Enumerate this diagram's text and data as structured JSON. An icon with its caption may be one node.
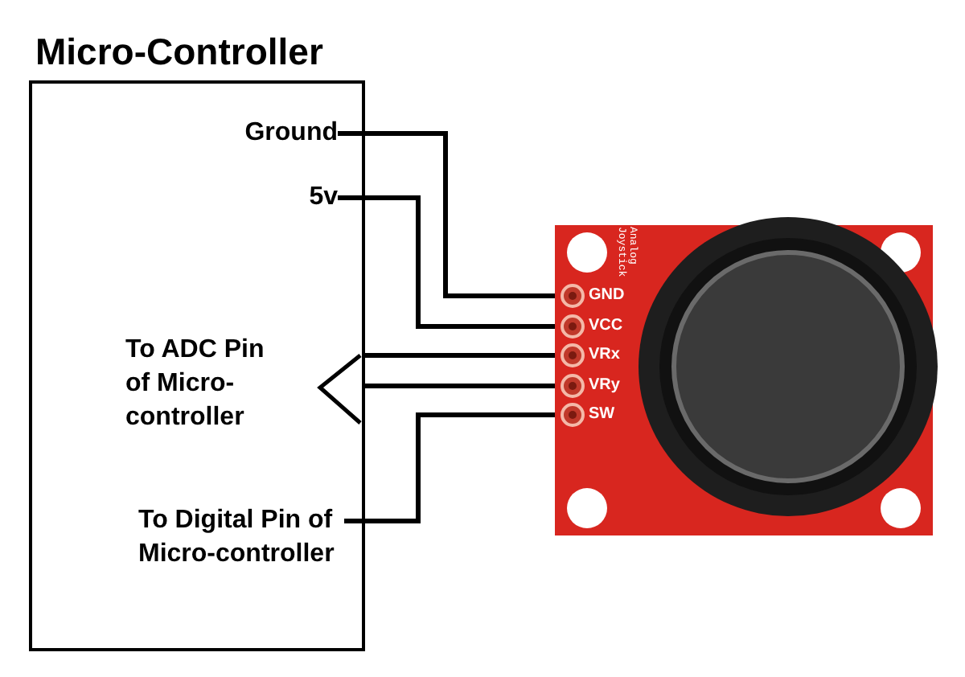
{
  "diagram": {
    "nodes": [
      {
        "text": [
          "Micro-Controller"
        ]
      },
      {
        "text": [
          "Ground"
        ],
        "in": 0
      },
      {
        "text": [
          "5v"
        ],
        "in": 0
      },
      {
        "text": [
          "To ADC Pin of Micro-controller"
        ],
        "in": 0
      },
      {
        "text": [
          "To Digital Pin of Micro-controller"
        ],
        "in": 0
      },
      {
        "text": [
          "Analog Joystick"
        ]
      },
      {
        "text": [
          "GND"
        ],
        "in": 5
      },
      {
        "text": [
          "VCC"
        ],
        "in": 5
      },
      {
        "text": [
          "VRx"
        ],
        "in": 5
      },
      {
        "text": [
          "VRy"
        ],
        "in": 5
      },
      {
        "text": [
          "SW"
        ],
        "in": 5
      }
    ],
    "edges": [
      {
        "from": 1,
        "to": 6,
        "arrow": "none"
      },
      {
        "from": 2,
        "to": 7,
        "arrow": "none"
      },
      {
        "from": 3,
        "to": 8,
        "arrow": "none"
      },
      {
        "from": 3,
        "to": 9,
        "arrow": "none"
      },
      {
        "from": 4,
        "to": 10,
        "arrow": "none"
      }
    ]
  }
}
